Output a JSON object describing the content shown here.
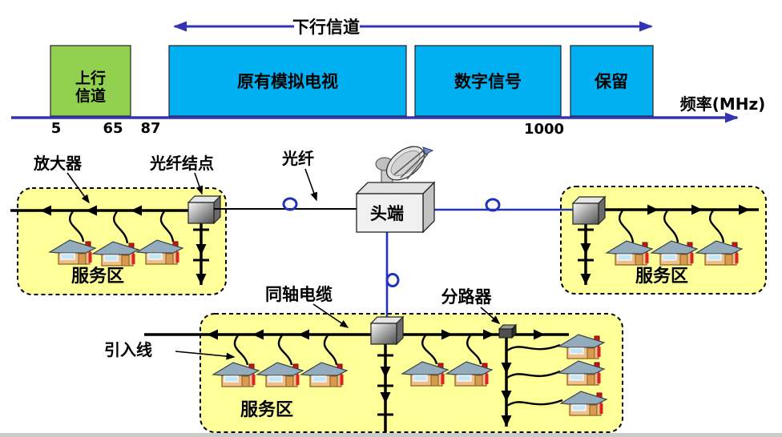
{
  "colors": {
    "upstream_green": "#92D050",
    "downstream_cyan": "#00B0F0",
    "arrow_blue": "#3333B3",
    "service_area_yellow": "#FFFF99",
    "coax_black": "#000000"
  },
  "spectrum": {
    "downstream_label": "下行信道",
    "axis_label": "频率(MHz)",
    "upstream": {
      "line1": "上行",
      "line2": "信道"
    },
    "analog_tv": "原有模拟电视",
    "digital_signal": "数字信号",
    "reserved": "保留",
    "ticks": {
      "t5": "5",
      "t65": "65",
      "t87": "87",
      "t1000": "1000"
    }
  },
  "network": {
    "amplifier": "放大器",
    "fiber_node": "光纤结点",
    "fiber": "光纤",
    "headend": "头端",
    "coax_cable": "同轴电缆",
    "splitter": "分路器",
    "drop_line": "引入线",
    "service_area": "服务区"
  }
}
